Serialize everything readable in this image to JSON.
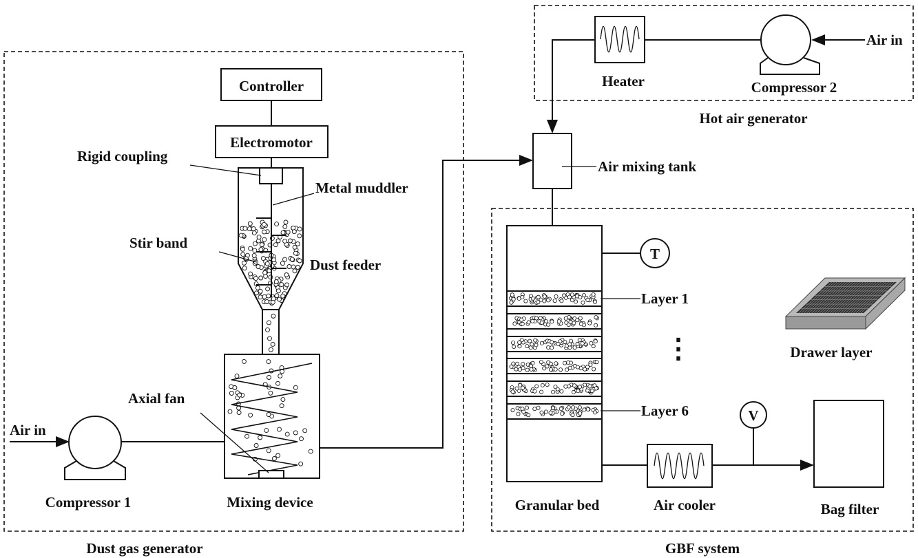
{
  "groups": {
    "dust_gas_generator": "Dust gas generator",
    "hot_air_generator": "Hot air generator",
    "gbf_system": "GBF system"
  },
  "labels": {
    "controller": "Controller",
    "electromotor": "Electromotor",
    "rigid_coupling": "Rigid coupling",
    "metal_muddler": "Metal muddler",
    "stir_band": "Stir band",
    "dust_feeder": "Dust feeder",
    "axial_fan": "Axial fan",
    "air_in_left": "Air in",
    "compressor_1": "Compressor 1",
    "mixing_device": "Mixing device",
    "heater": "Heater",
    "compressor_2": "Compressor 2",
    "air_in_right": "Air in",
    "air_mixing_tank": "Air mixing tank",
    "thermometer": "T",
    "layer_1": "Layer 1",
    "ellipsis": "⋮",
    "layer_6": "Layer 6",
    "drawer_layer": "Drawer layer",
    "voltmeter": "V",
    "granular_bed": "Granular bed",
    "air_cooler": "Air cooler",
    "bag_filter": "Bag filter"
  }
}
